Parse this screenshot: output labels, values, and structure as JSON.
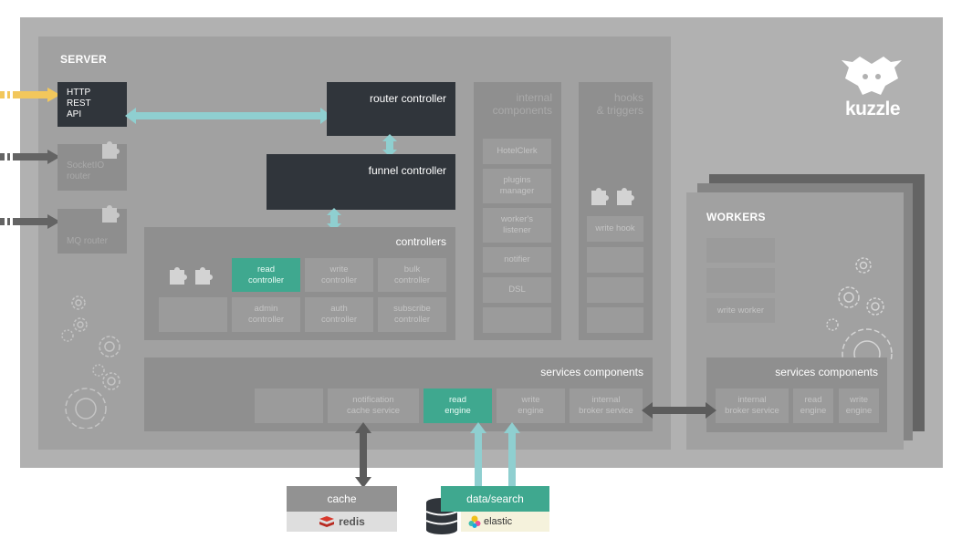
{
  "server": {
    "title": "SERVER"
  },
  "entry": {
    "lines": [
      "HTTP",
      "REST",
      "API"
    ]
  },
  "routers": {
    "socketio": "SocketIO\nrouter",
    "mq": "MQ router"
  },
  "router_controller": {
    "label": "router controller"
  },
  "funnel_controller": {
    "label": "funnel controller"
  },
  "controllers": {
    "title": "controllers",
    "read": "read\ncontroller",
    "write": "write\ncontroller",
    "bulk": "bulk\ncontroller",
    "admin": "admin\ncontroller",
    "auth": "auth\ncontroller",
    "subscribe": "subscribe\ncontroller"
  },
  "internal": {
    "title": "internal\ncomponents",
    "items": [
      "HotelClerk",
      "plugins\nmanager",
      "worker's\nlistener",
      "notifier",
      "DSL"
    ]
  },
  "hooks": {
    "title": "hooks\n& triggers",
    "write_hook": "write hook"
  },
  "services": {
    "title": "services components",
    "notification": "notification\ncache service",
    "read": "read\nengine",
    "write": "write\nengine",
    "broker": "internal\nbroker service"
  },
  "workers": {
    "title": "WORKERS",
    "write_worker": "write worker",
    "services_title": "services components",
    "broker": "internal\nbroker service",
    "read": "read\nengine",
    "write": "write\nengine"
  },
  "cache": {
    "title": "cache",
    "brand": "redis"
  },
  "datasearch": {
    "title": "data/search",
    "brand": "elastic"
  },
  "logo": {
    "text": "kuzzle"
  },
  "colors": {
    "teal": "#3fa88f",
    "dark": "#30353b",
    "arrow": "#8fcfd0",
    "yellow": "#f2c75c"
  }
}
